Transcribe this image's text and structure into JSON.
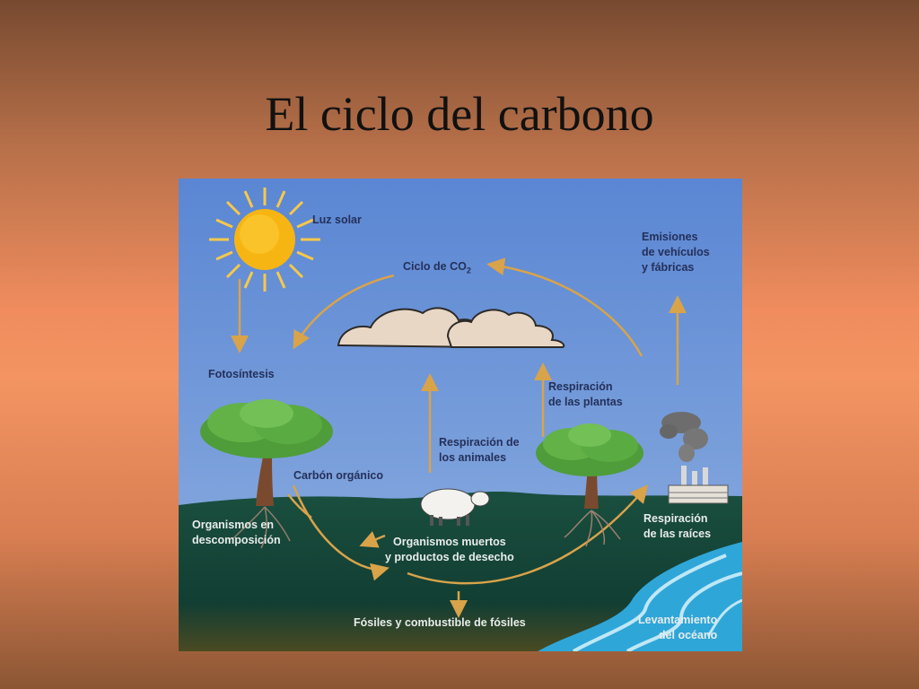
{
  "slide": {
    "title": "El ciclo del carbono"
  },
  "diagram": {
    "labels": {
      "sunlight": "Luz solar",
      "co2_cycle": "Ciclo de CO",
      "co2_subscript": "2",
      "emissions_line1": "Emisiones",
      "emissions_line2": "de vehículos",
      "emissions_line3": "y fábricas",
      "photosynthesis": "Fotosíntesis",
      "plant_respiration_line1": "Respiración",
      "plant_respiration_line2": "de las plantas",
      "animal_respiration_line1": "Respiración de",
      "animal_respiration_line2": "los animales",
      "organic_carbon": "Carbón orgánico",
      "decomposers_line1": "Organismos en",
      "decomposers_line2": "descomposición",
      "root_respiration_line1": "Respiración",
      "root_respiration_line2": "de las raíces",
      "dead_organisms_line1": "Organismos muertos",
      "dead_organisms_line2": "y productos de desecho",
      "fossils": "Fósiles y combustible de fósiles",
      "ocean_uplift_line1": "Levantamiento",
      "ocean_uplift_line2": "del océano"
    },
    "icons": [
      "sun-icon",
      "cloud-icon",
      "tree-icon",
      "sheep-icon",
      "factory-icon",
      "smoke-icon",
      "ocean-icon"
    ],
    "colors": {
      "sky": "#5e8bd6",
      "ground": "#16473a",
      "arrow": "#d9a34a",
      "sun": "#f6b512",
      "ocean": "#2fa6d8"
    }
  }
}
